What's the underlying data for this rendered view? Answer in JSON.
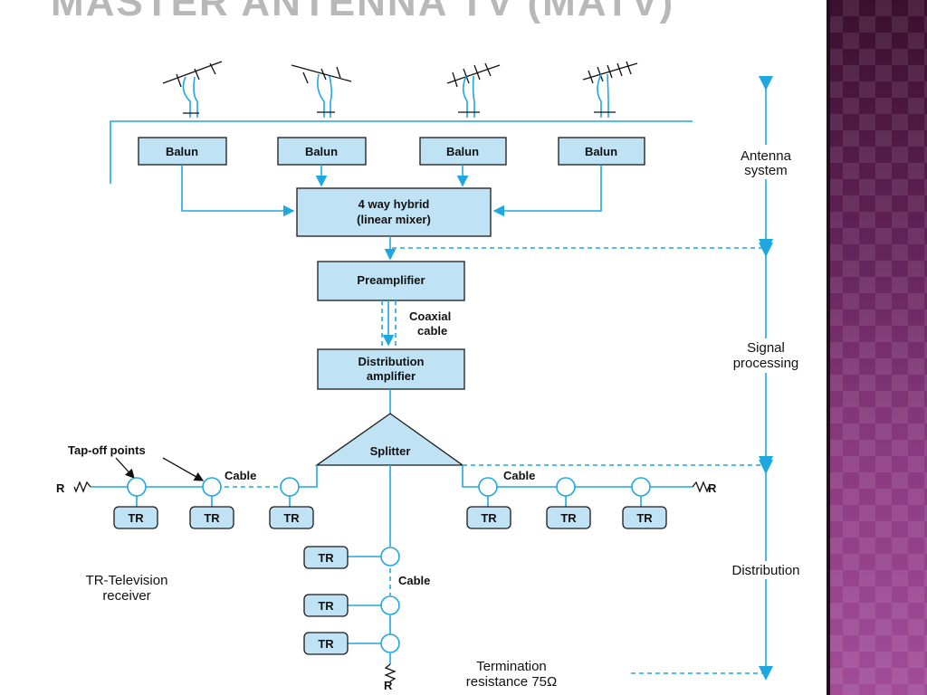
{
  "title": "MASTER ANTENNA TV (MATV)",
  "blocks": {
    "balun": "Balun",
    "hybrid_line1": "4 way hybrid",
    "hybrid_line2": "(linear mixer)",
    "preamplifier": "Preamplifier",
    "distribution_line1": "Distribution",
    "distribution_line2": "amplifier",
    "splitter": "Splitter",
    "tr": "TR"
  },
  "labels": {
    "coaxial_line1": "Coaxial",
    "coaxial_line2": "cable",
    "tap_off_points": "Tap-off points",
    "cable": "Cable",
    "r": "R",
    "tr_legend_line1": "TR-Television",
    "tr_legend_line2": "receiver",
    "termination_line1": "Termination",
    "termination_line2": "resistance 75Ω"
  },
  "stages": {
    "antenna_line1": "Antenna",
    "antenna_line2": "system",
    "signal_line1": "Signal",
    "signal_line2": "processing",
    "distribution": "Distribution"
  },
  "colors": {
    "wire": "#1fa8e0",
    "box_fill": "#bfe3f5",
    "sidebar": "#7a2f70"
  }
}
